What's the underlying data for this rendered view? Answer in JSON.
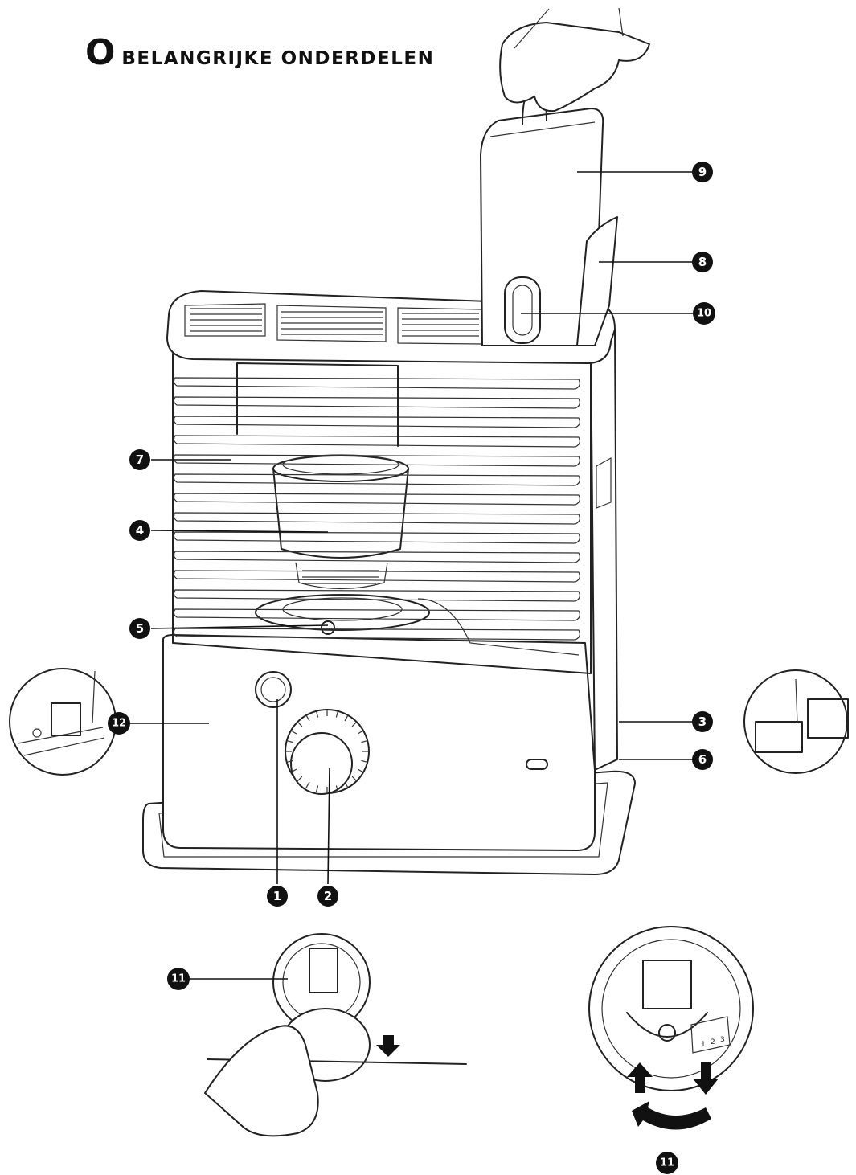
{
  "header": {
    "section_letter": "O",
    "title": "BELANGRIJKE ONDERDELEN"
  },
  "callouts": [
    {
      "id": "1",
      "label": "1"
    },
    {
      "id": "2",
      "label": "2"
    },
    {
      "id": "3",
      "label": "3"
    },
    {
      "id": "4",
      "label": "4"
    },
    {
      "id": "5",
      "label": "5"
    },
    {
      "id": "6",
      "label": "6"
    },
    {
      "id": "7",
      "label": "7"
    },
    {
      "id": "8",
      "label": "8"
    },
    {
      "id": "9",
      "label": "9"
    },
    {
      "id": "10",
      "label": "10"
    },
    {
      "id": "11a",
      "label": "11"
    },
    {
      "id": "11b",
      "label": "11"
    },
    {
      "id": "12",
      "label": "12"
    }
  ],
  "wick_scale": [
    "1",
    "2",
    "3"
  ],
  "colors": {
    "ink": "#111111",
    "paper": "#ffffff"
  }
}
